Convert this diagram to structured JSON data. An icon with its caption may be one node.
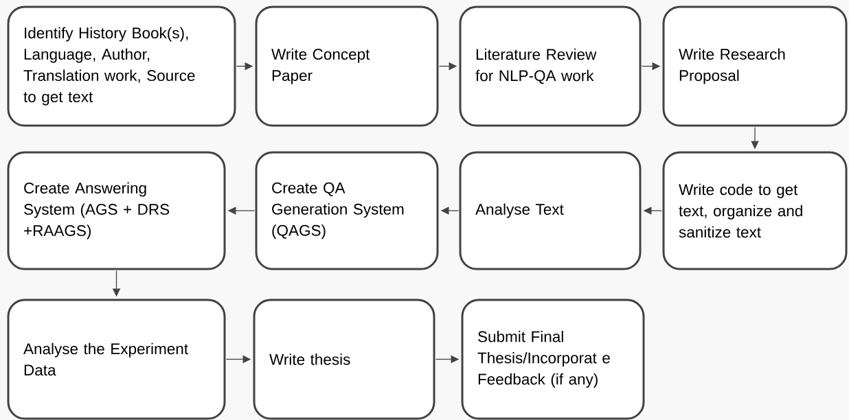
{
  "diagram": {
    "nodes": [
      {
        "text": [
          "Identify History Book(s), Language, Author, Translation work, Source to get text"
        ]
      },
      {
        "text": [
          "Write Concept Paper"
        ]
      },
      {
        "text": [
          "Literature Review for NLP-QA work"
        ]
      },
      {
        "text": [
          "Write Research Proposal"
        ]
      },
      {
        "text": [
          "Write code to get text, organize and sanitize text"
        ]
      },
      {
        "text": [
          "Analyse Text"
        ]
      },
      {
        "text": [
          "Create QA Generation System (QAGS)"
        ]
      },
      {
        "text": [
          "Create Answering System (AGS + DRS +RAAGS)"
        ]
      },
      {
        "text": [
          "Analyse the Experiment Data"
        ]
      },
      {
        "text": [
          "Write thesis"
        ]
      },
      {
        "text": [
          "Submit Final Thesis/Incorporat e Feedback (if any)"
        ]
      }
    ],
    "edges": [
      {
        "from": 0,
        "to": 1,
        "arrow": "to"
      },
      {
        "from": 1,
        "to": 2,
        "arrow": "to"
      },
      {
        "from": 2,
        "to": 3,
        "arrow": "to"
      },
      {
        "from": 3,
        "to": 4,
        "arrow": "to"
      },
      {
        "from": 4,
        "to": 5,
        "arrow": "to"
      },
      {
        "from": 5,
        "to": 6,
        "arrow": "to"
      },
      {
        "from": 6,
        "to": 7,
        "arrow": "to"
      },
      {
        "from": 7,
        "to": 8,
        "arrow": "to"
      },
      {
        "from": 8,
        "to": 9,
        "arrow": "to"
      },
      {
        "from": 9,
        "to": 10,
        "arrow": "to"
      }
    ]
  }
}
